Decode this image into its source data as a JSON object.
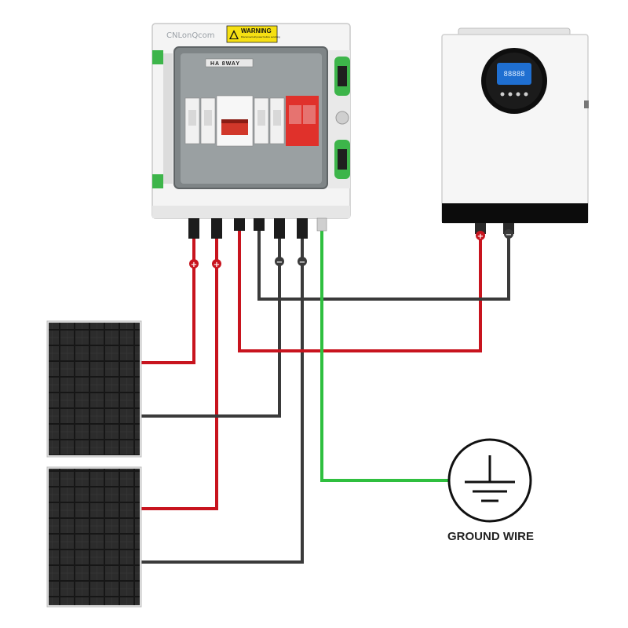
{
  "combiner_box": {
    "brand": "CNLonQcom",
    "warning_title": "WARNING",
    "warning_text": "Disconnect all power before servicing",
    "din_rail_label": "HA 8WAY"
  },
  "inverter": {
    "display_text": "88888"
  },
  "ground": {
    "label": "GROUND WIRE"
  },
  "terminals": {
    "positive": "+",
    "negative": "−"
  },
  "colors": {
    "positive_wire": "#c8141e",
    "negative_wire": "#3a3a3a",
    "ground_wire": "#2fbf3f",
    "breaker_red": "#d1372a",
    "surge_arrester": "#e0312b",
    "gland_green": "#3db54a",
    "inverter_screen": "#1f6fd1"
  }
}
